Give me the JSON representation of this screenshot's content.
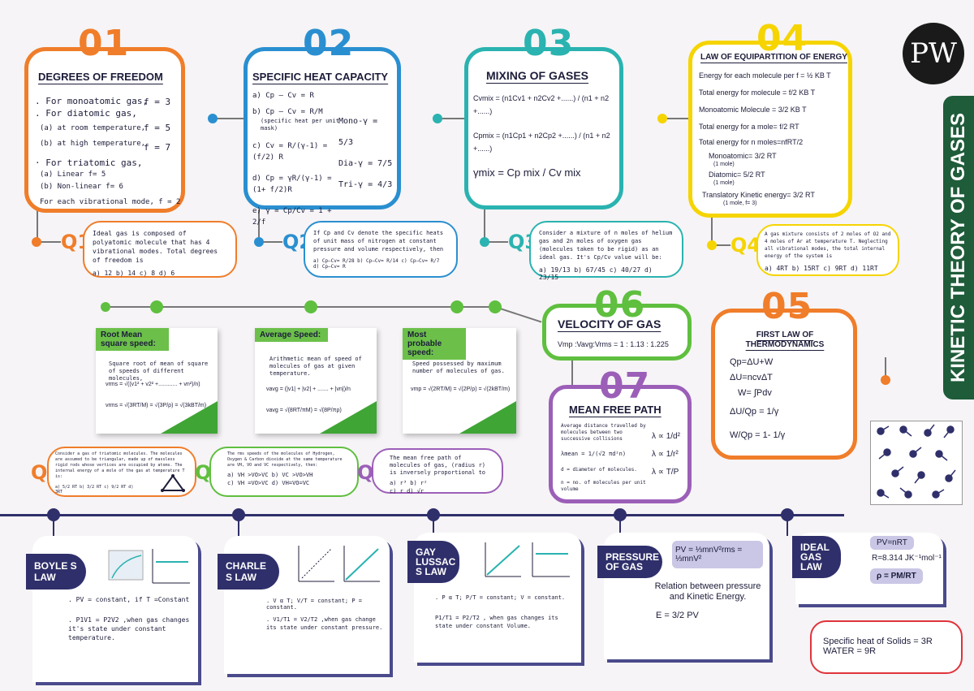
{
  "sidebar_title": "KINETIC THEORY OF GASES",
  "logo_text": "PW",
  "s01": {
    "num": "01",
    "title": "DEGREES OF FREEDOM",
    "lines": [
      ". For monoatomic gas,",
      ". For diatomic gas,",
      "(a) at room temperature,",
      "(b) at high temperature,",
      "· For triatomic gas,",
      "(a) Linear f= 5",
      "(b) Non-linear f= 6",
      "For each vibrational mode, f = 2"
    ],
    "vals": [
      "f = 3",
      "f = 5",
      "f = 7"
    ]
  },
  "s02": {
    "num": "02",
    "title": "SPECIFIC HEAT CAPACITY",
    "lines": [
      "a)  Cp – Cv = R",
      "b)  Cp – Cv = R/M",
      "(specific heat per unit mask)",
      "c)  Cv = R/(γ-1) = (f/2) R",
      "d)  Cp = γR/(γ-1) = (1+ f/2)R",
      "e)  γ = Cp/Cv = 1 + 2/f"
    ],
    "right": [
      "Mono-γ = 5/3",
      "Dia-γ = 7/5",
      "Tri-γ = 4/3"
    ]
  },
  "s03": {
    "num": "03",
    "title": "MIXING OF GASES",
    "lines": [
      "Cvmix = (n1Cv1 + n2Cv2 +......) / (n1 + n2 +......)",
      "Cpmix = (n1Cp1 + n2Cp2 +......) / (n1 + n2 +......)",
      "γmix = Cp mix / Cv mix"
    ]
  },
  "s04": {
    "num": "04",
    "title": "LAW OF EQUIPARTITION OF ENERGY",
    "lines": [
      "Energy for each molecule per f = ½ KB T",
      "Total energy for molecule = f/2 KB T",
      "Monoatomic Molecule = 3/2 KB T",
      "Total energy for a mole= f/2 RT",
      "Total energy for n moles=nfRT/2",
      "Monoatomic= 3/2 RT",
      "(1 mole)",
      "Diatomic= 5/2 RT",
      "(1 mole)",
      "Translatory Kinetic energy= 3/2 RT",
      "(1 mole, f= 3)"
    ]
  },
  "s05": {
    "num": "05",
    "title": "FIRST LAW OF THERMODYNAMICS",
    "lines": [
      "Qp=ΔU+W",
      "ΔU=ncvΔT",
      "W= ∫Pdv",
      "ΔU/Qp = 1/γ",
      "W/Qp = 1- 1/γ"
    ]
  },
  "s06": {
    "num": "06",
    "title": "VELOCITY OF GAS",
    "ratio": "Vmp :Vavg:Vrms = 1 : 1.13 : 1.225"
  },
  "s07": {
    "num": "07",
    "title": "MEAN FREE PATH",
    "lines": [
      "Average distance travelled by molecules between two successive collisions",
      "λmean = 1/(√2 πd²n)",
      "d = diameter of molecules.",
      "n = no. of molecules per unit volume"
    ],
    "right": [
      "λ ∝ 1/d²",
      "λ ∝ 1/r²",
      "λ ∝ T/P"
    ]
  },
  "q1": {
    "label": "Q1",
    "text": "Ideal gas is composed of polyatomic molecule that has 4 vibrational modes. Total degrees of freedom is",
    "opts": "a) 12   b) 14   c) 8   d) 6"
  },
  "q2": {
    "label": "Q2",
    "text": "If Cp and Cv denote the specific heats of unit mass of nitrogen at constant pressure and volume respectively, then",
    "opts": "a) Cp–Cv= R/28   b) Cp–Cv= R/14   c) Cp–Cv= R/7   d) Cp–Cv= R"
  },
  "q3": {
    "label": "Q3",
    "text": "Consider a mixture of n moles of helium gas and 2n moles of oxygen gas (molecules taken to be rigid) as an ideal gas. It's Cp/Cv value will be:",
    "opts": "a) 19/13   b) 67/45   c) 40/27   d) 23/15"
  },
  "q4": {
    "label": "Q4",
    "text": "A gas mixture consists of 2 moles of O2 and 4 moles of Ar at temperature T. Neglecting all vibrational modes, the total internal energy of the system is",
    "opts": "a) 4RT   b) 15RT   c) 9RT   d) 11RT"
  },
  "q5": {
    "label": "Q5",
    "text": "Consider a gas of triatomic molecules. The molecules are assumed to be triangular, made up of massless rigid rods whose vertices are occupied by atoms. The internal energy of a mole of the gas at temperature T is:",
    "opts": "a) 5/2 RT   b) 3/2 RT   c) 9/2 RT   d) 3RT"
  },
  "q6": {
    "label": "Q6",
    "text": "The rms speeds of the molecules of Hydrogen, Oxygen & Carbon dioxide at the same temperature are VH, VO and VC respectively, then:",
    "opts1": "a) VH >VO>VC   b) VC >VO>VH",
    "opts2": "c) VH =VO>VC   d) VH=VO=VC"
  },
  "q7": {
    "label": "Q7",
    "text": "The mean free path of molecules of gas, (radius r) is inversely proportional to",
    "opts1": "a) r³   b) r²",
    "opts2": "c) r   d) √r"
  },
  "rms": {
    "tag": "Root Mean square speed:",
    "desc": "Square root of mean of square of speeds of different molecules,",
    "f1": "vrms = √((v1² + v2² +............ + vn²)/n)",
    "f2": "vrms = √(3RT/M) = √(3P/ρ) = √(3kBT/m)"
  },
  "avg": {
    "tag": "Average Speed:",
    "desc": "Arithmetic mean of speed of molecules of gas at given temperature.",
    "f1": "vavg = (|v1| + |v2| + ....... + |vn|)/n",
    "f2": "vavg = √(8RT/πM) = √(8P/πρ)"
  },
  "mp": {
    "tag": "Most probable speed:",
    "desc": "Speed possessed by maximum number of molecules of gas.",
    "f1": "vmp = √(2RT/M) = √(2P/ρ) = √(2kBT/m)"
  },
  "boyle": {
    "tag": "BOYLE S LAW",
    "l1": ". PV = constant,  if T =Constant",
    "l2": ". P1V1 = P2V2 ,when gas changes it's state under constant temperature."
  },
  "charles": {
    "tag": "CHARLE S LAW",
    "l1": ". V α T;  V/T = constant;   P = constant.",
    "l2": ". V1/T1 = V2/T2 ,when gas change its state under constant pressure."
  },
  "gay": {
    "tag": "GAY LUSSAC S LAW",
    "l1": ". P α T;  P/T = constant;  V = constant.",
    "l2": "P1/T1 = P2/T2 ,  when gas changes its state under constant Volume."
  },
  "pressure": {
    "tag": "PRESSURE OF GAS",
    "formula": "PV = ⅓mnV²rms = ⅓mnV²",
    "l1": "Relation between pressure and Kinetic Energy.",
    "l2": "E = 3/2 PV"
  },
  "ideal": {
    "tag": "IDEAL GAS LAW",
    "f1": "PV=nRT",
    "f2": "R=8.314 JK⁻¹mol⁻¹",
    "f3": "ρ = PM/RT"
  },
  "solids": {
    "l1": "Specific heat of Solids = 3R",
    "l2": "WATER = 9R"
  },
  "colors": {
    "orange": "#f07d2a",
    "blue": "#2a8fd0",
    "teal": "#2ab3b0",
    "yellow": "#f5d400",
    "green": "#5fbf3f",
    "purple": "#9b5fb8",
    "navy": "#2f2f6b",
    "sidebar": "#1f5c3a"
  }
}
